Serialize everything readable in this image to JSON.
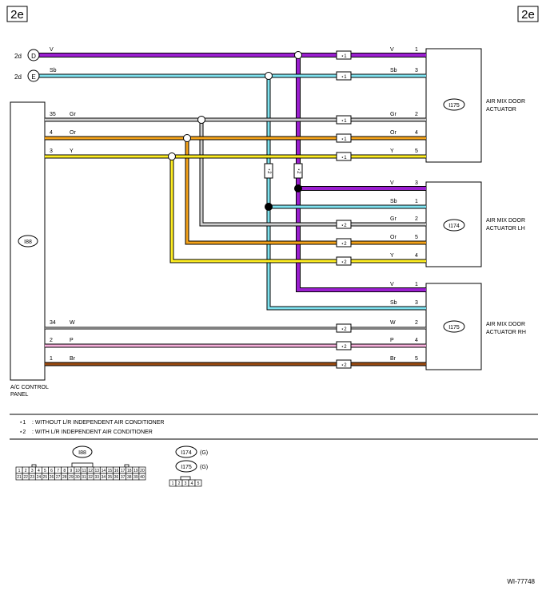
{
  "page": {
    "tag_left": "2e",
    "tag_right": "2e",
    "figure_id": "WI-77748"
  },
  "inputs": [
    {
      "from": "2d",
      "letter": "D",
      "color": "V"
    },
    {
      "from": "2d",
      "letter": "E",
      "color": "Sb"
    }
  ],
  "control_panel": {
    "connector": "I88",
    "name_line1": "A/C CONTROL",
    "name_line2": "PANEL",
    "pins": [
      {
        "pin": "35",
        "color": "Gr"
      },
      {
        "pin": "4",
        "color": "Or"
      },
      {
        "pin": "3",
        "color": "Y"
      },
      {
        "pin": "34",
        "color": "W"
      },
      {
        "pin": "2",
        "color": "P"
      },
      {
        "pin": "1",
        "color": "Br"
      }
    ]
  },
  "actuators": [
    {
      "connector": "I175",
      "name_line1": "AIR MIX DOOR",
      "name_line2": "ACTUATOR",
      "pins": [
        {
          "color": "V",
          "pin": "1",
          "note": "⋆1"
        },
        {
          "color": "Sb",
          "pin": "3",
          "note": "⋆1"
        },
        {
          "color": "Gr",
          "pin": "2",
          "note": "⋆1"
        },
        {
          "color": "Or",
          "pin": "4",
          "note": "⋆1"
        },
        {
          "color": "Y",
          "pin": "5",
          "note": "⋆1"
        }
      ]
    },
    {
      "connector": "I174",
      "name_line1": "AIR MIX DOOR",
      "name_line2": "ACTUATOR LH",
      "pins": [
        {
          "color": "V",
          "pin": "3",
          "note": ""
        },
        {
          "color": "Sb",
          "pin": "1",
          "note": ""
        },
        {
          "color": "Gr",
          "pin": "2",
          "note": "⋆2"
        },
        {
          "color": "Or",
          "pin": "5",
          "note": "⋆2"
        },
        {
          "color": "Y",
          "pin": "4",
          "note": "⋆2"
        }
      ]
    },
    {
      "connector": "I175",
      "name_line1": "AIR MIX DOOR",
      "name_line2": "ACTUATOR RH",
      "pins": [
        {
          "color": "V",
          "pin": "1",
          "note": ""
        },
        {
          "color": "Sb",
          "pin": "3",
          "note": ""
        },
        {
          "color": "W",
          "pin": "2",
          "note": "⋆2"
        },
        {
          "color": "P",
          "pin": "4",
          "note": "⋆2"
        },
        {
          "color": "Br",
          "pin": "5",
          "note": "⋆2"
        }
      ]
    }
  ],
  "vertical_notes": [
    "⋆2",
    "⋆2"
  ],
  "legend": [
    {
      "mark": "⋆1",
      "text": ": WITHOUT L/R INDEPENDENT AIR CONDITIONER"
    },
    {
      "mark": "⋆2",
      "text": ": WITH L/R INDEPENDENT AIR CONDITIONER"
    }
  ],
  "connector_views": {
    "large": {
      "label": "I88",
      "row1": [
        "1",
        "2",
        "3",
        "4",
        "5",
        "6",
        "7",
        "8",
        "9",
        "10",
        "11",
        "12",
        "13",
        "14",
        "15",
        "16",
        "17",
        "18",
        "19",
        "20"
      ],
      "row2": [
        "21",
        "22",
        "23",
        "24",
        "25",
        "26",
        "27",
        "28",
        "29",
        "30",
        "31",
        "32",
        "33",
        "34",
        "35",
        "36",
        "37",
        "38",
        "39",
        "40"
      ]
    },
    "small": {
      "labels": [
        {
          "name": "I174",
          "suffix": "(G)"
        },
        {
          "name": "I175",
          "suffix": "(G)"
        }
      ],
      "row": [
        "1",
        "2",
        "3",
        "4",
        "5"
      ]
    }
  },
  "wire_colors": {
    "V": "#9b1fd0",
    "Sb": "#7fe3f0",
    "Gr": "#d0d0d0",
    "Or": "#f5a31a",
    "Y": "#ffee22",
    "W": "#ffffff",
    "P": "#f7b0dc",
    "Br": "#9a4a10",
    "outline": "#000000"
  }
}
